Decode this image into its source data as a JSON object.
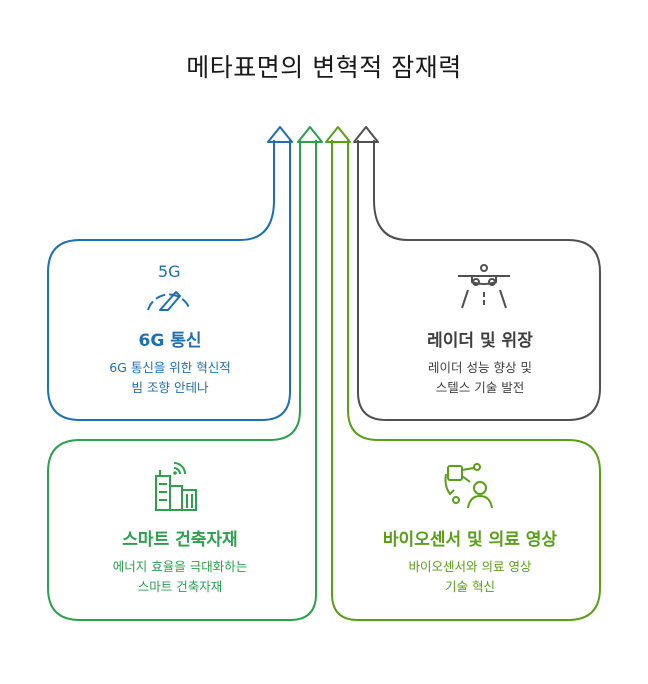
{
  "title": "메타표면의 변혁적 잠재력",
  "colors": {
    "blue": "#1f6fb2",
    "green_dark": "#2e9e4f",
    "green_light": "#5a9e1a",
    "gray": "#505050"
  },
  "cards": [
    {
      "id": "6g",
      "icon": "speedometer-5g-icon",
      "icon_text": "5G",
      "title": "6G 통신",
      "desc_line1": "6G 통신을 위한 혁신적",
      "desc_line2": "빔 조향 안테나"
    },
    {
      "id": "radar",
      "icon": "drone-icon",
      "title": "레이더 및 위장",
      "desc_line1": "레이더 성능 향상 및",
      "desc_line2": "스텔스 기술 발전"
    },
    {
      "id": "building",
      "icon": "smart-building-icon",
      "title": "스마트 건축자재",
      "desc_line1": "에너지 효율을 극대화하는",
      "desc_line2": "스마트 건축자재"
    },
    {
      "id": "bio",
      "icon": "bio-sensor-icon",
      "title": "바이오센서 및 의료 영상",
      "desc_line1": "바이오센서와 의료 영상",
      "desc_line2": "기술 혁신"
    }
  ]
}
